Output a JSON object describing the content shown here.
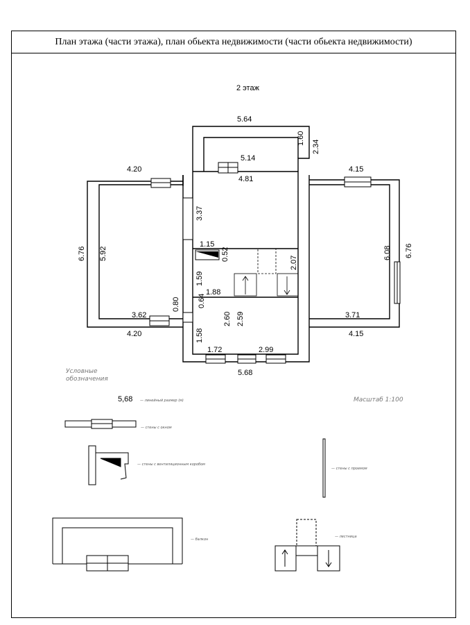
{
  "header": {
    "title": "План этажа (части этажа), план обьекта недвижимости (части обьекта недвижимости)"
  },
  "floor_label": "2 этаж",
  "dimensions": {
    "balcony_outer_width": "5.64",
    "balcony_depth": "1.60",
    "balcony_side": "2.34",
    "balcony_inner_width": "5.14",
    "center_top_width": "4.81",
    "left_top_width": "4.20",
    "left_height_outer": "6.76",
    "left_height_inner": "5.92",
    "left_bottom_inner": "3.62",
    "left_bottom_outer": "4.20",
    "left_wall_gap": "0.80",
    "right_top_width": "4.15",
    "right_height_inner": "6.08",
    "right_height_outer": "6.76",
    "right_bottom_inner": "3.71",
    "right_bottom_outer": "4.15",
    "center_upper_height": "3.37",
    "stair_width": "1.15",
    "stair_offset": "0.52",
    "stair_length": "2.07",
    "hall_height_a": "1.59",
    "hall_width": "1.88",
    "hall_gap": "0.64",
    "lower_height_a": "1.58",
    "lower_height_b": "2.60",
    "lower_height_c": "2.59",
    "lower_width_a": "1.72",
    "lower_width_b": "2.99",
    "center_bottom_width": "5.68"
  },
  "legend": {
    "title_line1": "Условные",
    "title_line2": "обозначения",
    "dim_sample": "5,68",
    "dim_desc": "— линейный размер (м)",
    "scale": "Масштаб 1:100",
    "window_desc": "— стены с окном",
    "vent_desc": "— стены с вентиляционным коробом",
    "door_desc": "— стены с проемом",
    "balcony_desc": "— балкон",
    "stairs_desc": "— лестница"
  }
}
